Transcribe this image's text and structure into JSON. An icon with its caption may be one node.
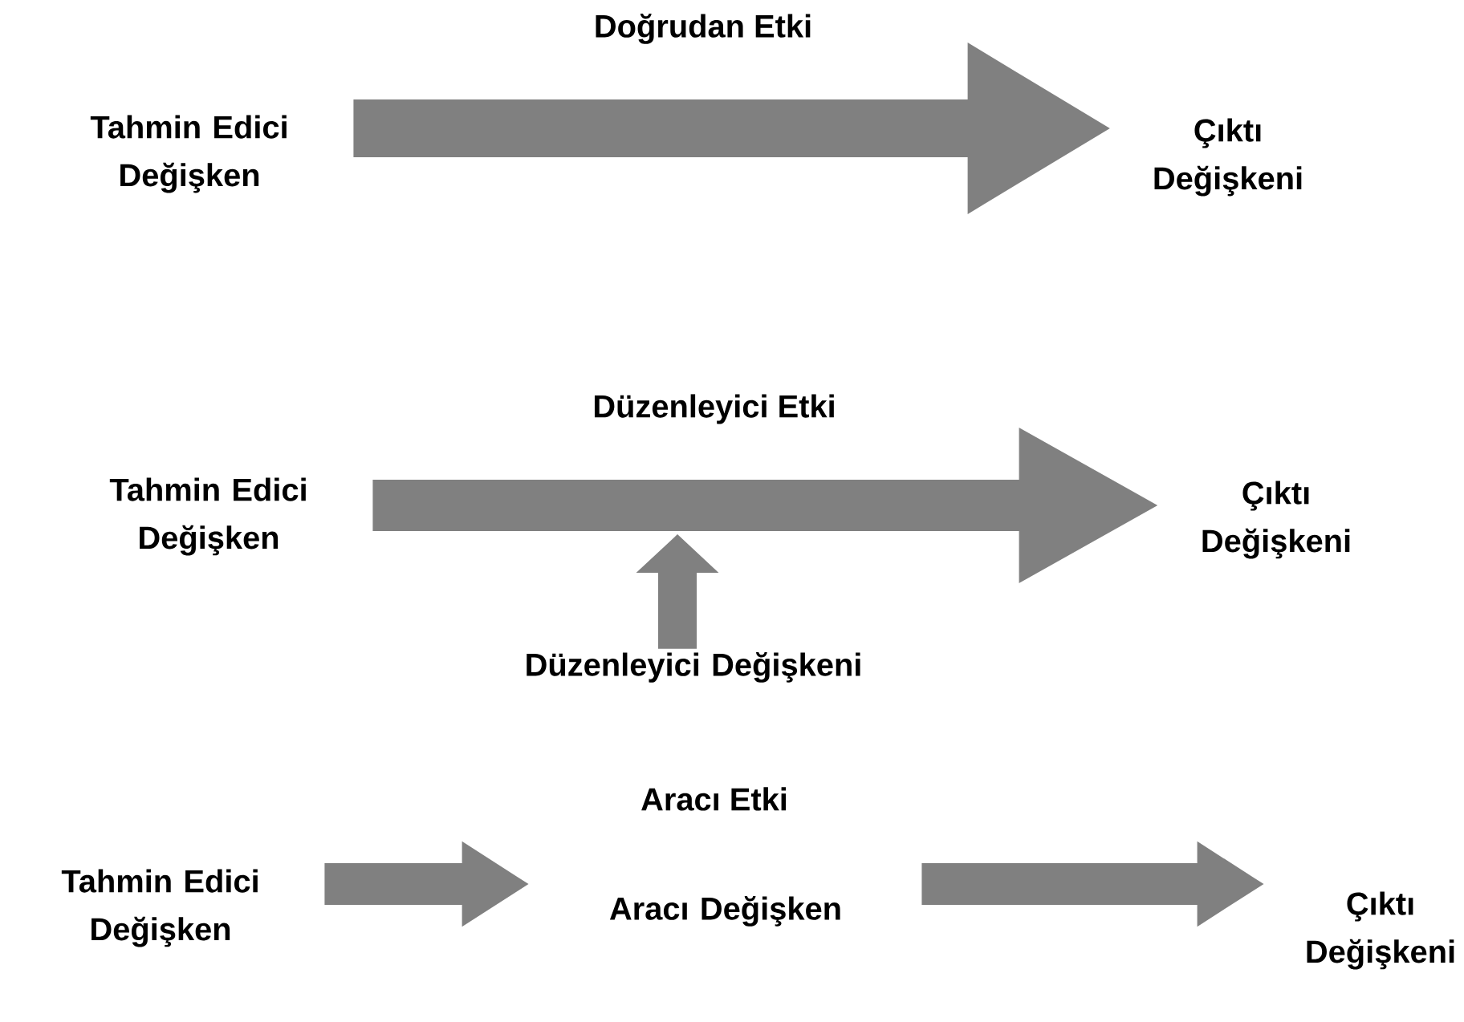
{
  "diagram": {
    "nodes": [
      {
        "text": [
          "Tahmin Edici Değişken"
        ]
      },
      {
        "text": [
          "Çıktı Değişkeni"
        ]
      },
      {
        "text": [
          "Tahmin Edici Değişken"
        ]
      },
      {
        "text": [
          "Çıktı Değişkeni"
        ]
      },
      {
        "text": [
          "Düzenleyici Değişkeni"
        ]
      },
      {
        "text": [
          "Tahmin Edici Değişken"
        ]
      },
      {
        "text": [
          "Aracı Değişken"
        ]
      },
      {
        "text": [
          "Çıktı Değişkeni"
        ]
      }
    ],
    "edges": [
      {
        "from": 0,
        "to": 1,
        "arrow": "to",
        "label": "Doğrudan Etki"
      },
      {
        "from": 2,
        "to": 3,
        "arrow": "to",
        "label": "Düzenleyici Etki"
      },
      {
        "from": 4,
        "to": null,
        "arrow": "to"
      },
      {
        "from": 5,
        "to": 6,
        "arrow": "to"
      },
      {
        "from": 6,
        "to": 7,
        "arrow": "to"
      }
    ],
    "labels": [
      "Aracı Etki"
    ]
  }
}
